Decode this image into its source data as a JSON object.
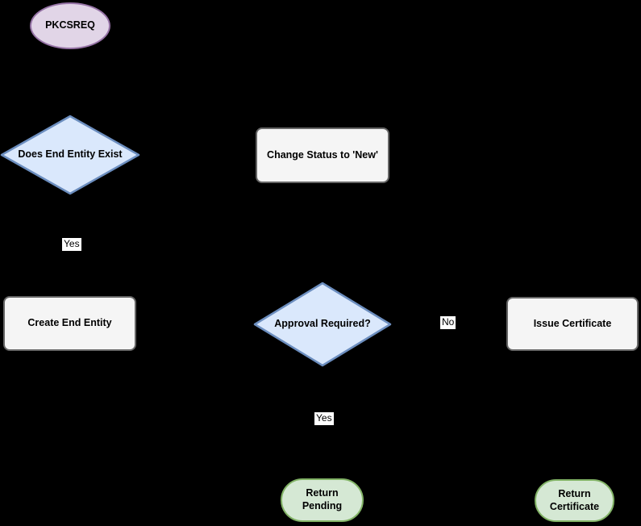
{
  "colors": {
    "canvas-bg": "#000000",
    "start-fill": "#e1d5e7",
    "start-stroke": "#9673a6",
    "decision-fill": "#dae8fc",
    "decision-stroke": "#6c8ebf",
    "process-fill": "#f5f5f5",
    "process-stroke": "#666666",
    "terminal-fill": "#d5e8d4",
    "terminal-stroke": "#82b366",
    "label-bg": "#ffffff",
    "text": "#000000"
  },
  "flowchart": {
    "nodes": {
      "start": {
        "label": "PKCSREQ",
        "type": "ellipse"
      },
      "does_end_entity_exist": {
        "label": "Does End Entity Exist",
        "type": "decision"
      },
      "change_status_new": {
        "label": "Change Status to 'New'",
        "type": "process"
      },
      "create_end_entity": {
        "label": "Create End Entity",
        "type": "process"
      },
      "approval_required": {
        "label": "Approval Required?",
        "type": "decision"
      },
      "issue_certificate": {
        "label": "Issue Certificate",
        "type": "process"
      },
      "return_pending": {
        "label": "Return Pending",
        "type": "terminal"
      },
      "return_certificate": {
        "label": "Return Certificate",
        "type": "terminal"
      }
    },
    "edge_labels": {
      "does_exist_yes": "Yes",
      "approval_no": "No",
      "approval_yes": "Yes"
    }
  }
}
